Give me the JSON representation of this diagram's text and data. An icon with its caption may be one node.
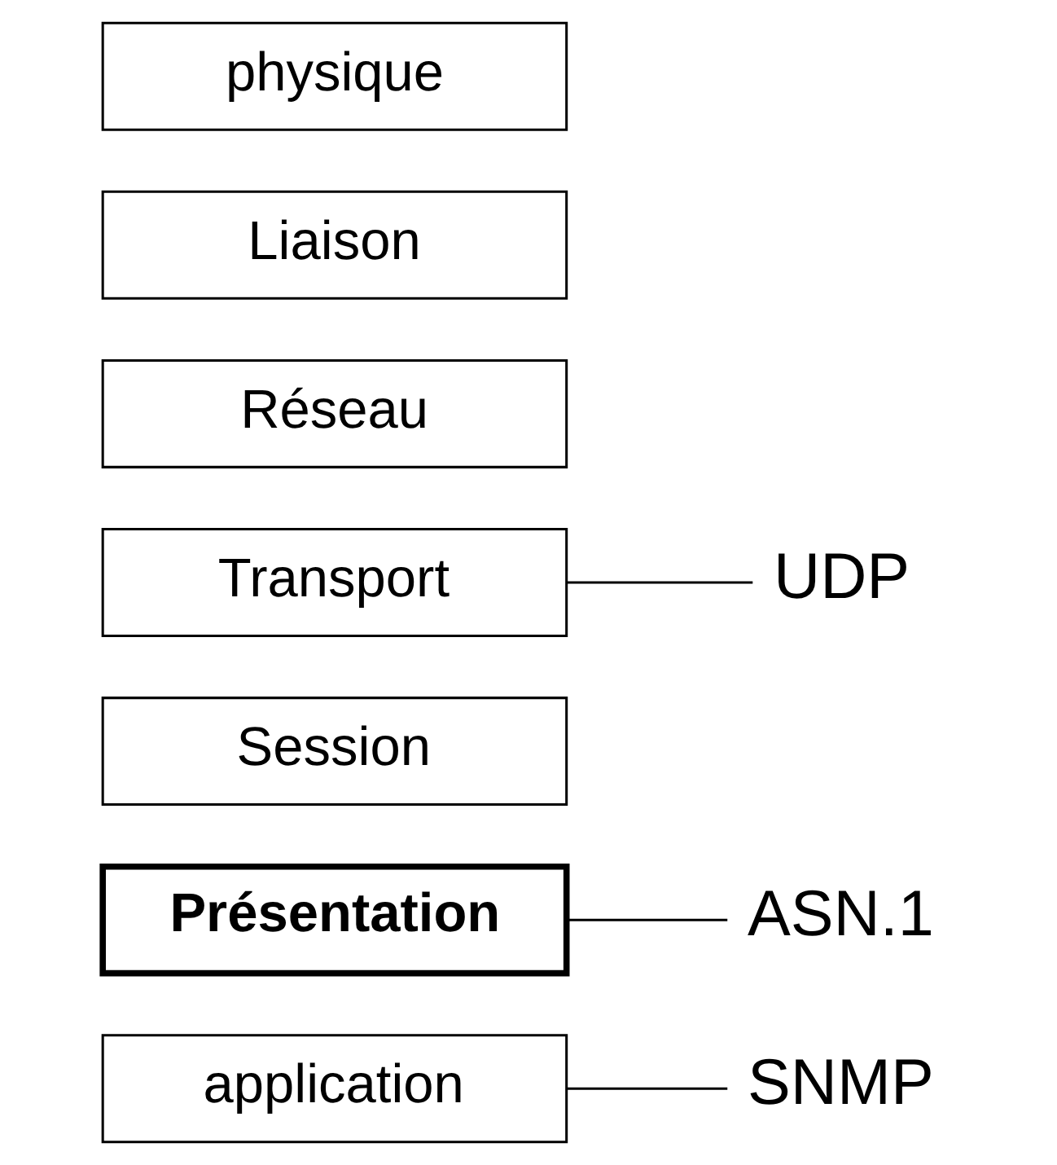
{
  "diagram": {
    "nodes": [
      {
        "text": [
          "application"
        ]
      },
      {
        "text": [
          "Présentation"
        ]
      },
      {
        "text": [
          "Session"
        ]
      },
      {
        "text": [
          "Transport"
        ]
      },
      {
        "text": [
          "Réseau"
        ]
      },
      {
        "text": [
          "Liaison"
        ]
      },
      {
        "text": [
          "physique"
        ]
      },
      {
        "text": [
          "SNMP"
        ]
      },
      {
        "text": [
          "ASN.1"
        ]
      },
      {
        "text": [
          "UDP"
        ]
      }
    ],
    "edges": [
      {
        "from": 0,
        "to": 7,
        "arrow": "none"
      },
      {
        "from": 1,
        "to": 8,
        "arrow": "none"
      },
      {
        "from": 3,
        "to": 9,
        "arrow": "none"
      }
    ]
  }
}
